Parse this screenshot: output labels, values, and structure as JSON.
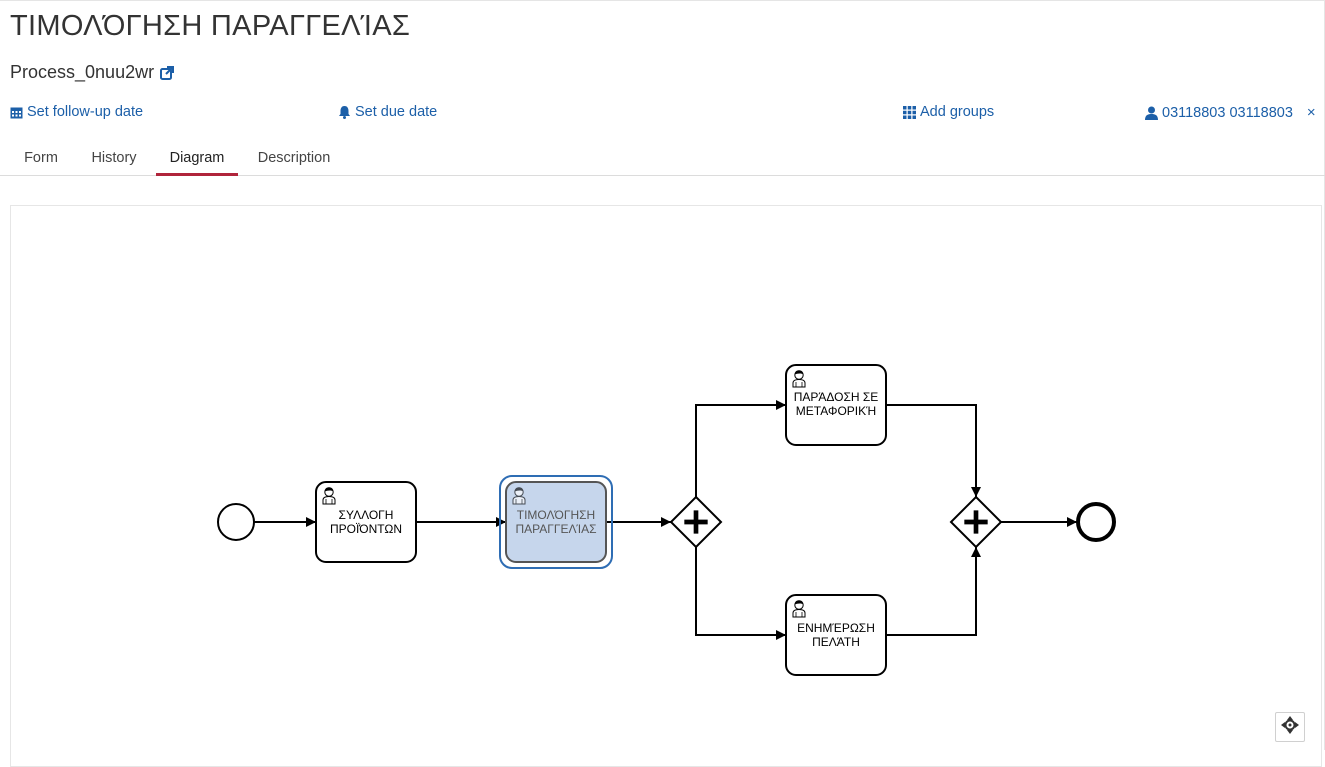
{
  "task": {
    "title": "ΤΙΜΟΛΌΓΗΣΗ ΠΑΡΑΓΓΕΛΊΑΣ",
    "process_name": "Process_0nuu2wr"
  },
  "actions": {
    "follow_up": "Set follow-up date",
    "due_date": "Set due date",
    "groups": "Add groups",
    "assignee": "03118803 03118803",
    "remove": "×"
  },
  "tabs": [
    {
      "label": "Form"
    },
    {
      "label": "History"
    },
    {
      "label": "Diagram",
      "active": true
    },
    {
      "label": "Description"
    }
  ],
  "diagram": {
    "tasks": {
      "collect": [
        "ΣΥΛΛΟΓΗ",
        "ΠΡΟΪΌΝΤΩΝ"
      ],
      "invoice": [
        "ΤΙΜΟΛΌΓΗΣΗ",
        "ΠΑΡΑΓΓΕΛΊΑΣ"
      ],
      "deliver": [
        "ΠΑΡΆΔΟΣΗ ΣΕ",
        "ΜΕΤΑΦΟΡΙΚΉ"
      ],
      "notify": [
        "ΕΝΗΜΈΡΩΣΗ",
        "ΠΕΛΆΤΗ"
      ]
    },
    "active_task": "invoice",
    "colors": {
      "active_fill": "#c6d6ec",
      "active_stroke": "#555555",
      "highlight": "#2e6db4",
      "stroke": "#000000"
    }
  },
  "icons": {
    "follow_up": "calendar-icon",
    "due_date": "bell-icon",
    "groups": "grid-icon",
    "assignee": "user-icon",
    "process_link": "external-link-icon",
    "reset": "move-icon"
  }
}
